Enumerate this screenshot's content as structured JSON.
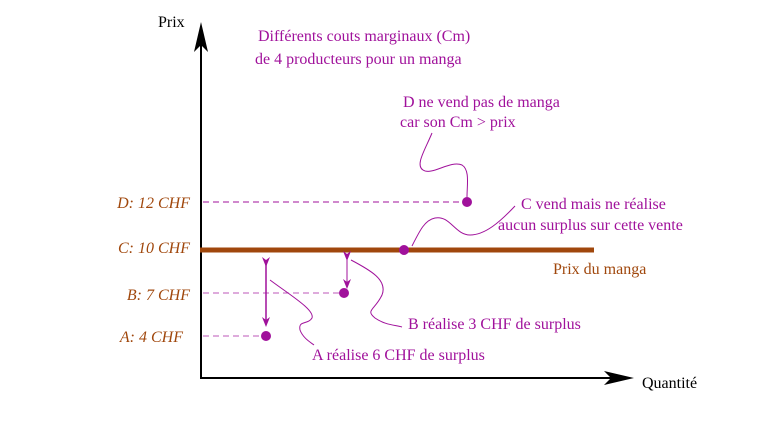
{
  "axes": {
    "y_label": "Prix",
    "x_label": "Quantité"
  },
  "title": {
    "line1": "Différents couts marginaux (Cm)",
    "line2": "de 4 producteurs pour un manga"
  },
  "price_line_label": "Prix du manga",
  "producers": [
    {
      "id": "D",
      "label": "D: 12 CHF",
      "cost": 12
    },
    {
      "id": "C",
      "label": "C: 10 CHF",
      "cost": 10
    },
    {
      "id": "B",
      "label": "B: 7 CHF",
      "cost": 7
    },
    {
      "id": "A",
      "label": "A: 4 CHF",
      "cost": 4
    }
  ],
  "annotations": {
    "d_line1": "D ne vend pas de manga",
    "d_line2": "car son Cm > prix",
    "c_line1": "C vend mais ne  réalise",
    "c_line2": "aucun surplus sur cette vente",
    "b": "B réalise 3 CHF de surplus",
    "a": "A réalise 6 CHF de surplus"
  },
  "colors": {
    "purple": "#a0119b",
    "brown": "#a0470c",
    "axis": "#000000"
  }
}
